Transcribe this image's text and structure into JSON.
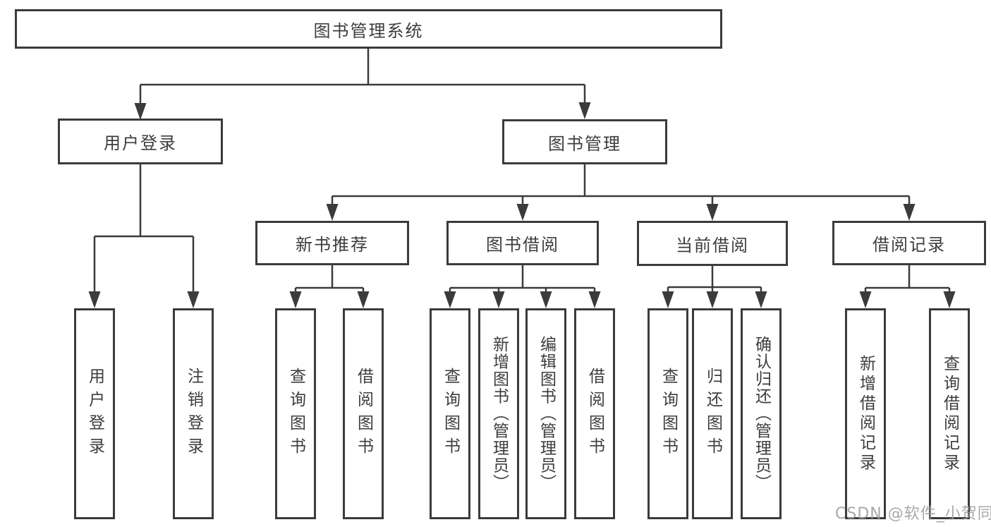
{
  "diagram": {
    "root": {
      "label": "图书管理系统",
      "children": [
        {
          "label": "用户登录",
          "children": [
            {
              "label": "用户登录"
            },
            {
              "label": "注销登录"
            }
          ]
        },
        {
          "label": "图书管理",
          "children": [
            {
              "label": "新书推荐",
              "children": [
                {
                  "label": "查询图书"
                },
                {
                  "label": "借阅图书"
                }
              ]
            },
            {
              "label": "图书借阅",
              "children": [
                {
                  "label": "查询图书"
                },
                {
                  "label": "新增图书（管理员）"
                },
                {
                  "label": "编辑图书（管理员）"
                },
                {
                  "label": "借阅图书"
                }
              ]
            },
            {
              "label": "当前借阅",
              "children": [
                {
                  "label": "查询图书"
                },
                {
                  "label": "归还图书"
                },
                {
                  "label": "确认归还（管理员）"
                }
              ]
            },
            {
              "label": "借阅记录",
              "children": [
                {
                  "label": "新增借阅记录"
                },
                {
                  "label": "查询借阅记录"
                }
              ]
            }
          ]
        }
      ]
    }
  },
  "watermark": "CSDN @软件_小贺同学",
  "colors": {
    "line": "#3b3b3b",
    "text": "#3d3d3d",
    "background": "#ffffff",
    "watermark": "#9e9e9e"
  }
}
